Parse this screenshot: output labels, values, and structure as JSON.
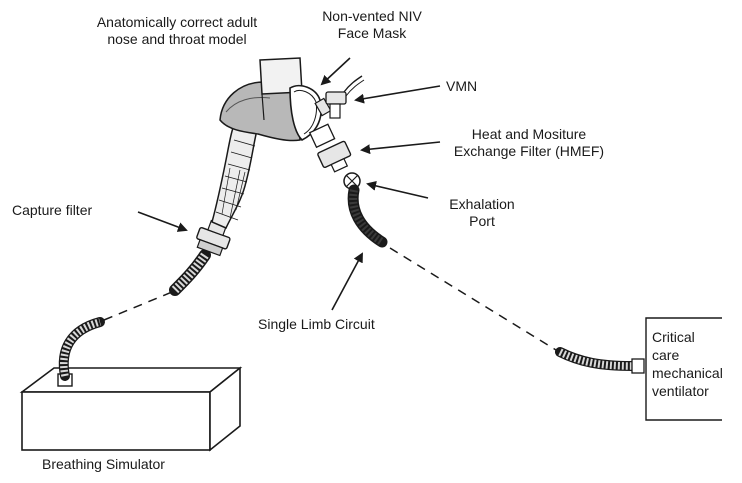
{
  "labels": {
    "nose_model": [
      "Anatomically correct adult",
      "nose and throat model"
    ],
    "mask": [
      "Non-vented NIV",
      "Face Mask"
    ],
    "vmn": "VMN",
    "hmef": [
      "Heat and Mositure",
      "Exchange Filter (HMEF)"
    ],
    "exhalation": [
      "Exhalation",
      "Port"
    ],
    "capture_filter": "Capture filter",
    "circuit": "Single Limb Circuit",
    "simulator": "Breathing Simulator",
    "ventilator": [
      "Critical",
      "care",
      "mechanical",
      "ventilator"
    ]
  },
  "colors": {
    "line": "#1a1a1a",
    "fill_light": "#e6e6e6",
    "fill_mid": "#cfcfcf",
    "fill_dark": "#9a9a9a"
  }
}
